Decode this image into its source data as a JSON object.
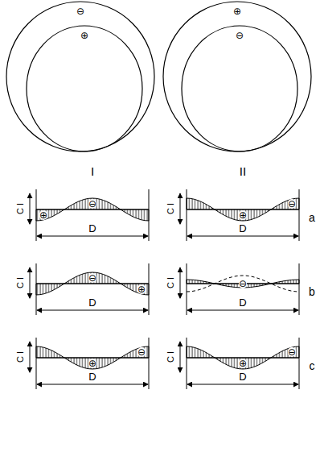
{
  "diagram": {
    "labels": [
      "⊖",
      "⊕",
      "⊕",
      "⊖",
      "I",
      "II",
      "C I",
      "⊕",
      "⊖",
      "D",
      "C I",
      "⊕",
      "⊖",
      "D",
      "a",
      "C I",
      "⊖",
      "⊕",
      "D",
      "C I",
      "⊖",
      "D",
      "b",
      "C I",
      "⊕",
      "⊖",
      "D",
      "C I",
      "⊕",
      "⊖",
      "D",
      "c"
    ]
  }
}
